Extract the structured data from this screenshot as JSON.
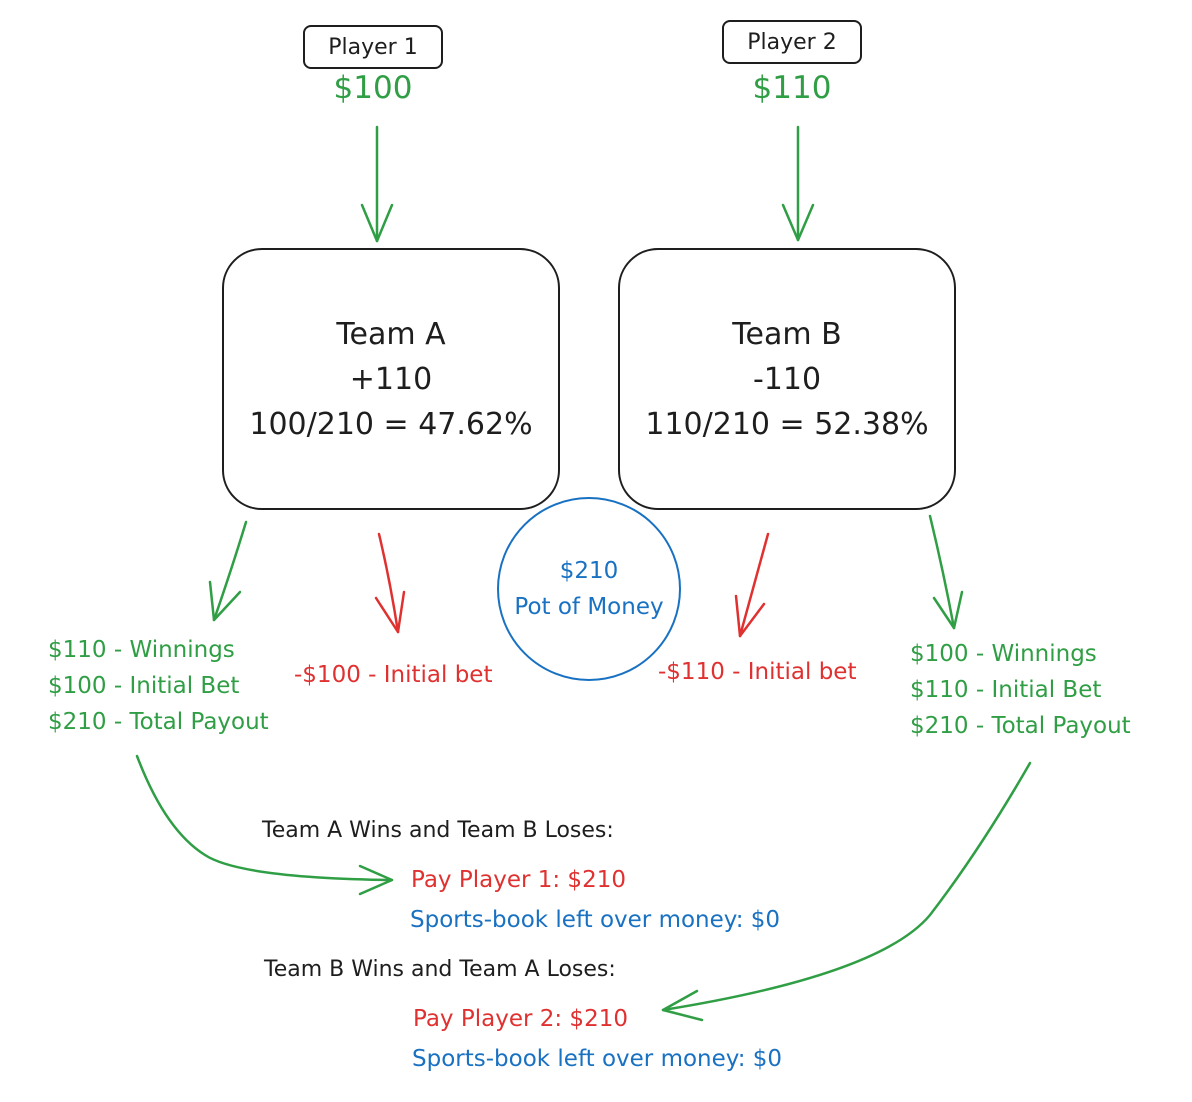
{
  "players": [
    {
      "label": "Player 1",
      "amount": "$100"
    },
    {
      "label": "Player 2",
      "amount": "$110"
    }
  ],
  "teams": [
    {
      "name": "Team A",
      "odds": "+110",
      "probability": "100/210 = 47.62%"
    },
    {
      "name": "Team B",
      "odds": "-110",
      "probability": "110/210 = 52.38%"
    }
  ],
  "pot": {
    "amount": "$210",
    "label": "Pot of Money"
  },
  "payouts": {
    "team_a": {
      "winnings": "$110 - Winnings",
      "initial_bet": "$100 - Initial Bet",
      "total": "$210 - Total Payout",
      "loss": "-$100 - Initial bet"
    },
    "team_b": {
      "winnings": "$100 - Winnings",
      "initial_bet": "$110 - Initial Bet",
      "total": "$210 - Total Payout",
      "loss": "-$110 - Initial bet"
    }
  },
  "outcomes": [
    {
      "heading": "Team A Wins and Team B Loses:",
      "pay": "Pay Player 1: $210",
      "leftover": "Sports-book left over money: $0"
    },
    {
      "heading": "Team B Wins and Team A Loses:",
      "pay": "Pay Player 2: $210",
      "leftover": "Sports-book left over money: $0"
    }
  ],
  "colors": {
    "green": "#2f9e44",
    "red": "#e03131",
    "blue": "#1971c2",
    "black": "#1e1e1e"
  }
}
